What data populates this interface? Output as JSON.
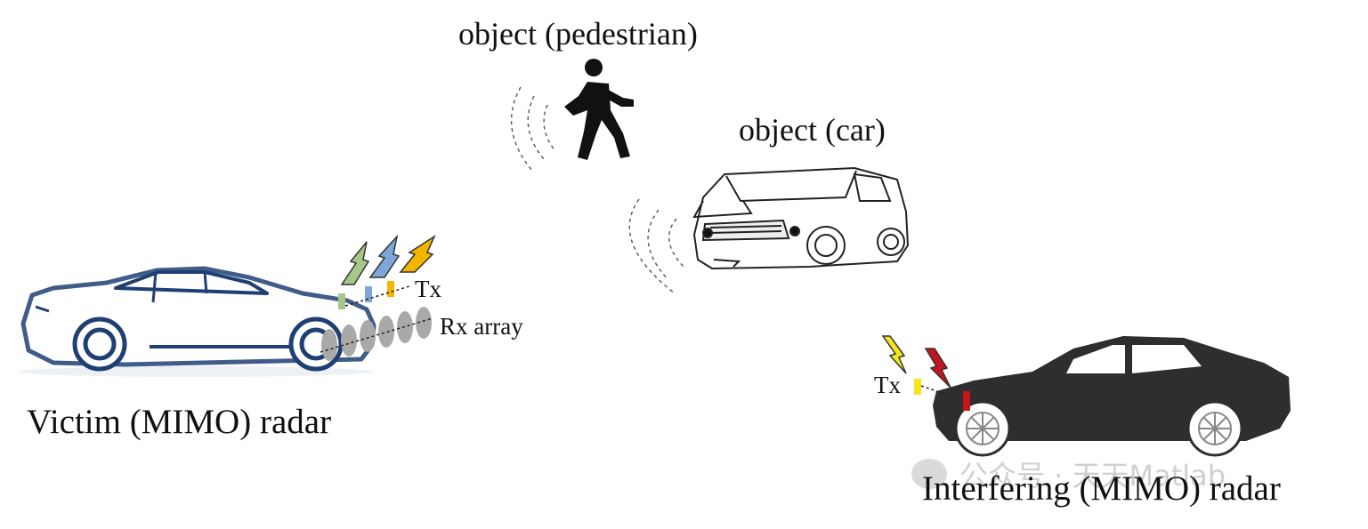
{
  "labels": {
    "pedestrian": "object (pedestrian)",
    "car_object": "object (car)",
    "victim": "Victim (MIMO) radar",
    "interfering": "Interfering (MIMO) radar",
    "victim_tx": "Tx",
    "victim_rx": "Rx array",
    "interferer_tx": "Tx"
  },
  "watermark": {
    "text": "公众号 · 天天Matlab",
    "icon": "wechat-icon"
  },
  "colors": {
    "victim_car": "#1f3f73",
    "interfering_car": "#2e2e2e",
    "tx_green": "#a6c78a",
    "tx_blue": "#7ea6d8",
    "tx_orange": "#f4b400",
    "rx_gray": "#a9a9a9",
    "int_tx_yellow": "#f6e51b",
    "int_tx_red": "#c4161c"
  }
}
